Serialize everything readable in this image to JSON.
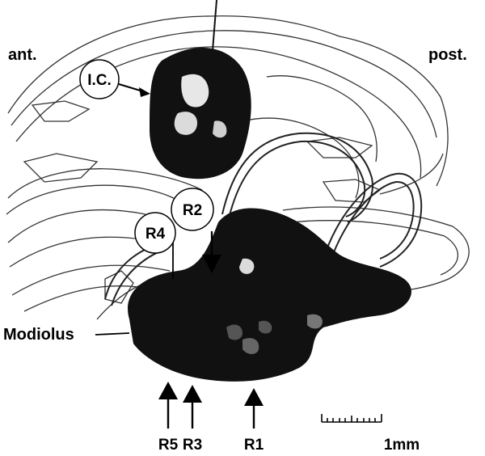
{
  "labels": {
    "anterior": "ant.",
    "posterior": "post.",
    "modiolus": "Modiolus",
    "scale_bar": "1mm"
  },
  "circle_labels": {
    "inner_collicle": "I.C.",
    "r2": "R2",
    "r4": "R4"
  },
  "arrow_labels": {
    "r5": "R5",
    "r3": "R3",
    "r1": "R1"
  },
  "colors": {
    "ink": "#000000",
    "tissue_dark": "#111111",
    "outline": "#333333",
    "background": "#ffffff"
  }
}
